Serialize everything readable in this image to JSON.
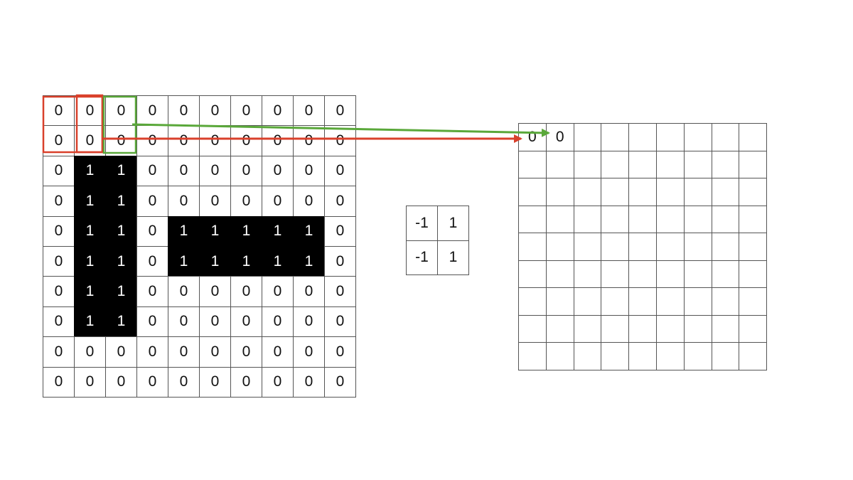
{
  "input_matrix": [
    [
      "0",
      "0",
      "0",
      "0",
      "0",
      "0",
      "0",
      "0",
      "0",
      "0"
    ],
    [
      "0",
      "0",
      "0",
      "0",
      "0",
      "0",
      "0",
      "0",
      "0",
      "0"
    ],
    [
      "0",
      "1",
      "1",
      "0",
      "0",
      "0",
      "0",
      "0",
      "0",
      "0"
    ],
    [
      "0",
      "1",
      "1",
      "0",
      "0",
      "0",
      "0",
      "0",
      "0",
      "0"
    ],
    [
      "0",
      "1",
      "1",
      "0",
      "1",
      "1",
      "1",
      "1",
      "1",
      "0"
    ],
    [
      "0",
      "1",
      "1",
      "0",
      "1",
      "1",
      "1",
      "1",
      "1",
      "0"
    ],
    [
      "0",
      "1",
      "1",
      "0",
      "0",
      "0",
      "0",
      "0",
      "0",
      "0"
    ],
    [
      "0",
      "1",
      "1",
      "0",
      "0",
      "0",
      "0",
      "0",
      "0",
      "0"
    ],
    [
      "0",
      "0",
      "0",
      "0",
      "0",
      "0",
      "0",
      "0",
      "0",
      "0"
    ],
    [
      "0",
      "0",
      "0",
      "0",
      "0",
      "0",
      "0",
      "0",
      "0",
      "0"
    ]
  ],
  "kernel_matrix": [
    [
      "-1",
      "1"
    ],
    [
      "-1",
      "1"
    ]
  ],
  "output_matrix": {
    "rows": 9,
    "cols": 9,
    "filled": [
      {
        "row": 0,
        "col": 0,
        "value": "0"
      },
      {
        "row": 0,
        "col": 1,
        "value": "0"
      }
    ]
  },
  "colors": {
    "window_first": "#d9402b",
    "window_second": "#5aa83a",
    "cell_on": "#000000",
    "cell_off": "#ffffff",
    "grid_line": "#555555"
  }
}
